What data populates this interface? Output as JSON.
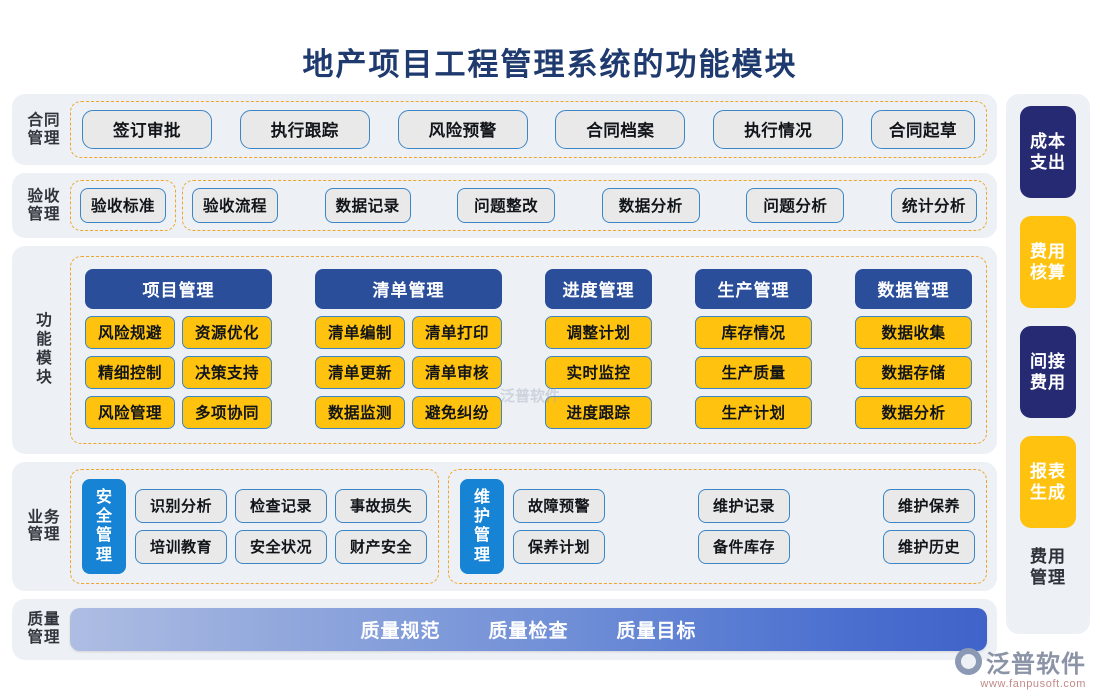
{
  "page": {
    "title": "地产项目工程管理系统的功能模块"
  },
  "sections": {
    "contract": {
      "label": "合同\n管理",
      "label_lines": [
        "合同",
        "管理"
      ],
      "items": [
        "签订审批",
        "执行跟踪",
        "风险预警",
        "合同档案",
        "执行情况",
        "合同起草"
      ]
    },
    "acceptance": {
      "label_lines": [
        "验收",
        "管理"
      ],
      "group1": [
        "验收标准"
      ],
      "group2": [
        "验收流程",
        "数据记录",
        "问题整改",
        "数据分析",
        "问题分析",
        "统计分析"
      ]
    },
    "function_modules": {
      "label_chars": [
        "功",
        "能",
        "模",
        "块"
      ],
      "columns": [
        {
          "header": "项目管理",
          "layout": "two",
          "left": [
            "风险规避",
            "精细控制",
            "风险管理"
          ],
          "right": [
            "资源优化",
            "决策支持",
            "多项协同"
          ]
        },
        {
          "header": "清单管理",
          "layout": "two",
          "left": [
            "清单编制",
            "清单更新",
            "数据监测"
          ],
          "right": [
            "清单打印",
            "清单审核",
            "避免纠纷"
          ]
        },
        {
          "header": "进度管理",
          "layout": "one",
          "left": [
            "调整计划",
            "实时监控",
            "进度跟踪"
          ]
        },
        {
          "header": "生产管理",
          "layout": "one-wide",
          "left": [
            "库存情况",
            "生产质量",
            "生产计划"
          ]
        },
        {
          "header": "数据管理",
          "layout": "one-wide",
          "left": [
            "数据收集",
            "数据存储",
            "数据分析"
          ]
        }
      ]
    },
    "business": {
      "label_lines": [
        "业务",
        "管理"
      ],
      "groups": [
        {
          "tag_lines": [
            "安全",
            "管理"
          ],
          "row1": [
            "识别分析",
            "检查记录",
            "事故损失"
          ],
          "row2": [
            "培训教育",
            "安全状况",
            "财产安全"
          ]
        },
        {
          "tag_lines": [
            "维护",
            "管理"
          ],
          "row1": [
            "故障预警",
            "维护记录",
            "维护保养"
          ],
          "row2": [
            "保养计划",
            "备件库存",
            "维护历史"
          ]
        }
      ]
    },
    "quality": {
      "label_lines": [
        "质量",
        "管理"
      ],
      "items": [
        "质量规范",
        "质量检查",
        "质量目标"
      ]
    }
  },
  "sidebar": {
    "badges": [
      {
        "lines": [
          "成本",
          "支出"
        ],
        "style": "navy"
      },
      {
        "lines": [
          "费用",
          "核算"
        ],
        "style": "gold"
      },
      {
        "lines": [
          "间接",
          "费用"
        ],
        "style": "navy"
      },
      {
        "lines": [
          "报表",
          "生成"
        ],
        "style": "gold"
      }
    ],
    "footer_lines": [
      "费用",
      "管理"
    ]
  },
  "branding": {
    "name": "泛普软件",
    "url": "www.fanpusoft.com",
    "watermark": "泛普软件"
  },
  "colors": {
    "title": "#1f3a6e",
    "panel_bg": "#edf0f4",
    "dashed_border": "#f0a52a",
    "pill_bg": "#e9e9e9",
    "pill_border": "#3d86c6",
    "module_header": "#2b4e9b",
    "yellow": "#FFC20E",
    "blue_tag": "#1683d4",
    "navy": "#252a72"
  }
}
